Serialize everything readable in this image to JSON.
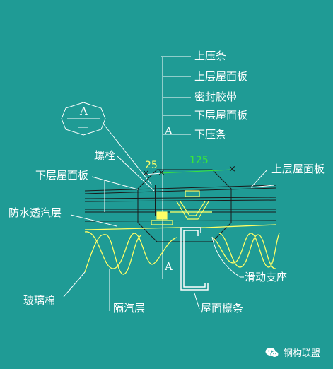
{
  "leader_labels_top": [
    "上压条",
    "上层屋面板",
    "密封胶带",
    "下层屋面板",
    "下压条"
  ],
  "label_upper_panel_right": "上层屋面板",
  "label_bolt": "螺栓",
  "label_lower_panel_left": "下层屋面板",
  "label_vapor_permeable": "防水透汽层",
  "label_glass_wool": "玻璃棉",
  "label_vapor_barrier": "隔汽层",
  "label_purlin": "屋面檩条",
  "label_sliding_support": "滑动支座",
  "section_mark_top": "A",
  "section_mark_bottom": "A",
  "detail_bubble_top": "A",
  "detail_bubble_bottom": "—",
  "dim_left": "25",
  "dim_right": "125",
  "watermark": "钢构联盟",
  "colors": {
    "background": "#1f9b95",
    "linework": "#ffffff",
    "insulation": "#ffff66",
    "dimension": "#39e639",
    "dark_line": "#1a1a1a"
  }
}
